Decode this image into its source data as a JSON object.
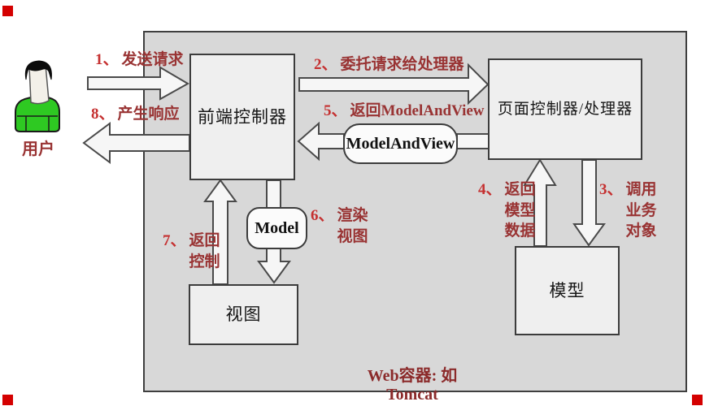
{
  "diagram": {
    "container_caption": "Web容器: 如Tomcat",
    "user_label": "用户",
    "nodes": {
      "front_controller": "前端控制器",
      "page_controller": "页面控制器/处理器",
      "model": "模型",
      "view": "视图",
      "model_and_view_pill": "ModelAndView",
      "model_pill": "Model"
    },
    "steps": {
      "s1": {
        "num": "1、",
        "text": "发送请求"
      },
      "s2": {
        "num": "2、",
        "text": "委托请求给处理器"
      },
      "s3": {
        "num": "3、",
        "text": "调用\n业务\n对象"
      },
      "s4": {
        "num": "4、",
        "text": "返回\n模型\n数据"
      },
      "s5": {
        "num": "5、",
        "text": "返回ModelAndView"
      },
      "s6": {
        "num": "6、",
        "text": "渲染\n视图"
      },
      "s7": {
        "num": "7、",
        "text": "返回\n控制"
      },
      "s8": {
        "num": "8、",
        "text": "产生响应"
      }
    },
    "icons": {
      "user": "person-icon"
    },
    "colors": {
      "step_number_red": "#c53030",
      "step_text_maroon": "#993333",
      "caption_red": "#8b2a2a",
      "container_fill": "#d8d8d8",
      "node_fill": "#efefef",
      "outline": "#3f3f3f",
      "user_shirt_green": "#2ec922",
      "selection_handle_red": "#d40000"
    }
  }
}
